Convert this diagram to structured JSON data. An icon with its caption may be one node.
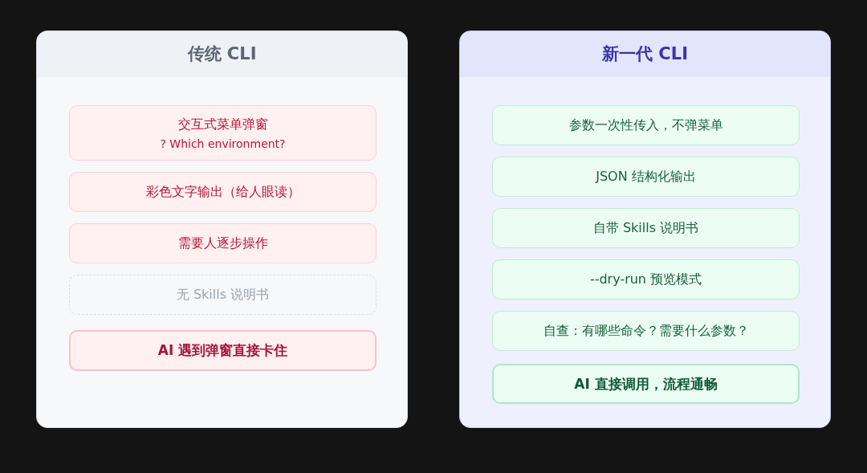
{
  "diagram": {
    "nodes": [
      {
        "text": [
          "传统 CLI"
        ]
      },
      {
        "text": [
          "交互式菜单弹窗",
          "? Which environment?"
        ],
        "in": 0
      },
      {
        "text": [
          "彩色文字输出（给人眼读）"
        ],
        "in": 0
      },
      {
        "text": [
          "需要人逐步操作"
        ],
        "in": 0
      },
      {
        "text": [
          "无 Skills 说明书"
        ],
        "in": 0
      },
      {
        "text": [
          "AI 遇到弹窗直接卡住"
        ],
        "in": 0
      },
      {
        "text": [
          "新一代 CLI"
        ]
      },
      {
        "text": [
          "参数一次性传入，不弹菜单"
        ],
        "in": 6
      },
      {
        "text": [
          "JSON 结构化输出"
        ],
        "in": 6
      },
      {
        "text": [
          "自带 Skills 说明书"
        ],
        "in": 6
      },
      {
        "text": [
          "--dry-run 预览模式"
        ],
        "in": 6
      },
      {
        "text": [
          "自查：有哪些命令？需要什么参数？"
        ],
        "in": 6
      },
      {
        "text": [
          "AI 直接调用，流程通畅"
        ],
        "in": 6
      }
    ],
    "edges": []
  }
}
